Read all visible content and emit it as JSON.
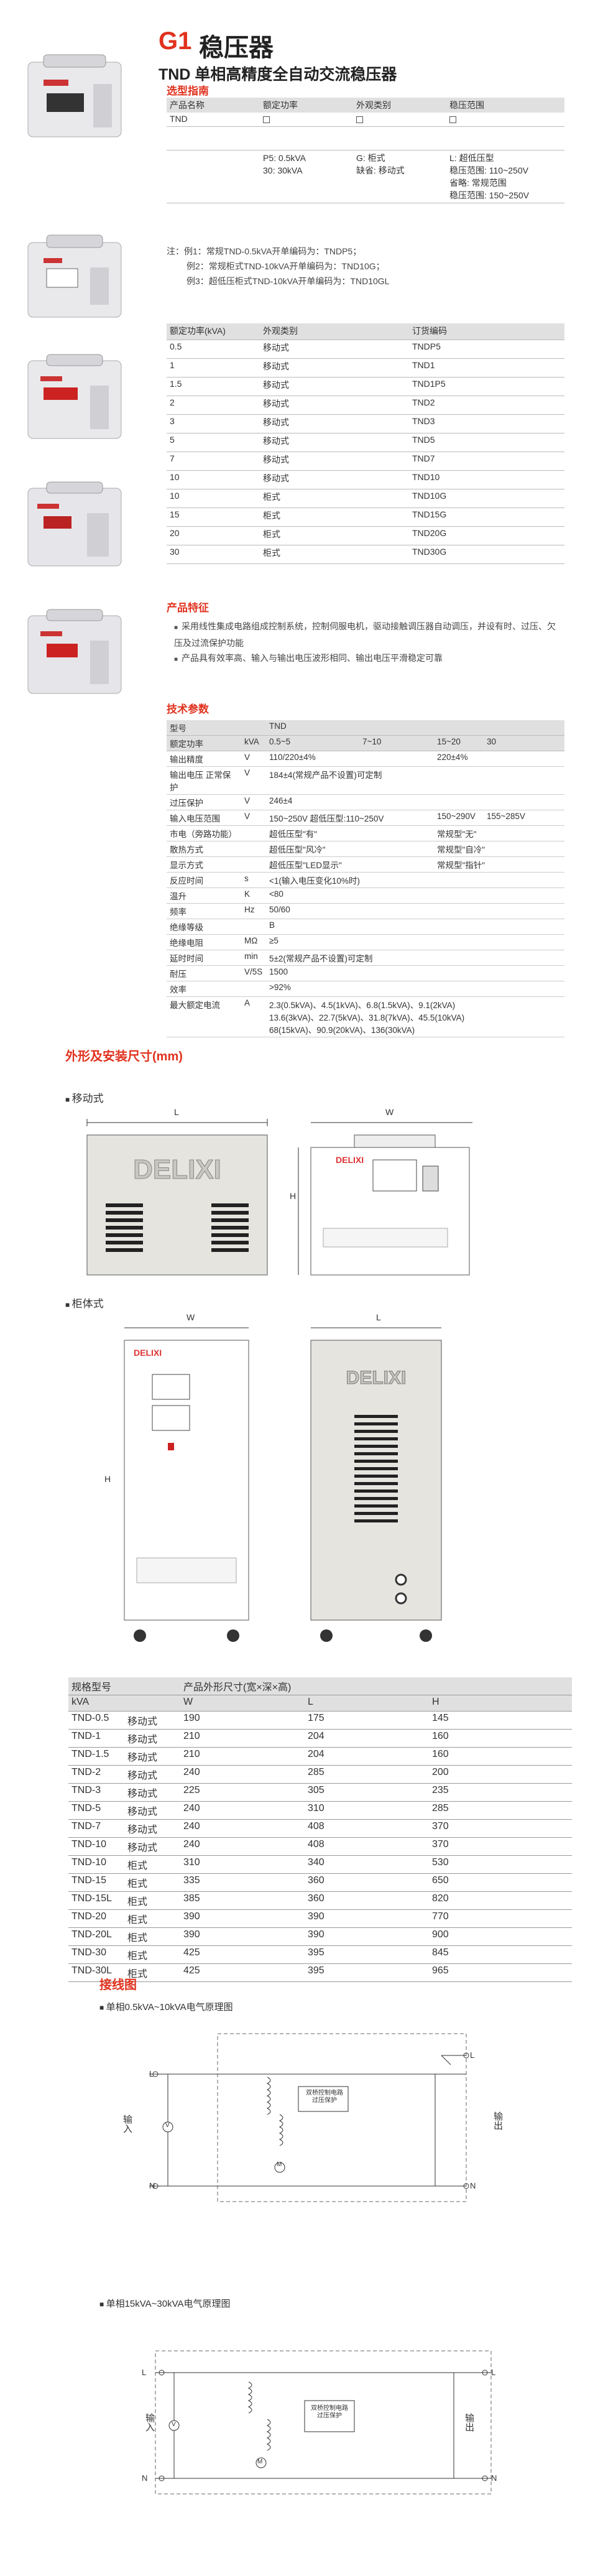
{
  "header": {
    "series": "G1",
    "name": "稳压器",
    "subtitle": "TND 单相高精度全自动交流稳压器",
    "guide": "选型指南"
  },
  "selection": {
    "headers": [
      "产品名称",
      "额定功率",
      "外观类别",
      "稳压范围"
    ],
    "product": "TND",
    "power_lines": [
      "P5: 0.5kVA",
      "30: 30kVA"
    ],
    "look_lines": [
      "G: 柜式",
      "缺省: 移动式"
    ],
    "range_lines": [
      "L: 超低压型",
      "稳压范围: 110~250V",
      "省略: 常规范围",
      "稳压范围: 150~250V"
    ]
  },
  "notes": [
    "注：例1：常规TND-0.5kVA开单编码为：TNDP5；",
    "例2：常规柜式TND-10kVA开单编码为：TND10G；",
    "例3：超低压柜式TND-10kVA开单编码为：TND10GL"
  ],
  "order": {
    "headers": [
      "额定功率(kVA)",
      "外观类别",
      "订货编码"
    ],
    "rows": [
      [
        "0.5",
        "移动式",
        "TNDP5"
      ],
      [
        "1",
        "移动式",
        "TND1"
      ],
      [
        "1.5",
        "移动式",
        "TND1P5"
      ],
      [
        "2",
        "移动式",
        "TND2"
      ],
      [
        "3",
        "移动式",
        "TND3"
      ],
      [
        "5",
        "移动式",
        "TND5"
      ],
      [
        "7",
        "移动式",
        "TND7"
      ],
      [
        "10",
        "移动式",
        "TND10"
      ],
      [
        "10",
        "柜式",
        "TND10G"
      ],
      [
        "15",
        "柜式",
        "TND15G"
      ],
      [
        "20",
        "柜式",
        "TND20G"
      ],
      [
        "30",
        "柜式",
        "TND30G"
      ]
    ]
  },
  "features": {
    "title": "产品特征",
    "items": [
      "采用线性集成电路组成控制系统，控制伺服电机，驱动接触调压器自动调压，并设有时、过压、欠压及过流保护功能",
      "产品具有效率高、输入与输出电压波形相同、输出电压平滑稳定可靠"
    ]
  },
  "params": {
    "title": "技术参数",
    "model_label": "型号",
    "model_value": "TND",
    "power_label": "额定功率",
    "power_unit": "kVA",
    "power_cols": [
      "0.5~5",
      "7~10",
      "15~20",
      "30"
    ],
    "rows": [
      {
        "label": "输出精度",
        "unit": "V",
        "values": [
          "110/220±4%",
          "220±4%"
        ]
      },
      {
        "label": "输出电压 正常保护",
        "unit": "V",
        "values": [
          "184±4(常规产品不设置)可定制"
        ]
      },
      {
        "label": "过压保护",
        "unit": "V",
        "values": [
          "246±4"
        ]
      },
      {
        "label": "输入电压范围",
        "unit": "V",
        "values": [
          "150~250V 超低压型:110~250V",
          "150~290V",
          "155~285V"
        ]
      },
      {
        "label": "市电（旁路功能）",
        "unit": "",
        "values": [
          "超低压型\"有\"",
          "常规型\"无\""
        ]
      },
      {
        "label": "散热方式",
        "unit": "",
        "values": [
          "超低压型\"风冷\"",
          "常规型\"自冷\""
        ]
      },
      {
        "label": "显示方式",
        "unit": "",
        "values": [
          "超低压型\"LED显示\"",
          "常规型\"指针\""
        ]
      },
      {
        "label": "反应时间",
        "unit": "s",
        "values": [
          "<1(输入电压变化10%时)"
        ]
      },
      {
        "label": "温升",
        "unit": "K",
        "values": [
          "<80"
        ]
      },
      {
        "label": "频率",
        "unit": "Hz",
        "values": [
          "50/60"
        ]
      },
      {
        "label": "绝缘等级",
        "unit": "",
        "values": [
          "B"
        ]
      },
      {
        "label": "绝缘电阻",
        "unit": "MΩ",
        "values": [
          "≥5"
        ]
      },
      {
        "label": "延时时间",
        "unit": "min",
        "values": [
          "5±2(常规产品不设置)可定制"
        ]
      },
      {
        "label": "耐压",
        "unit": "V/5S",
        "values": [
          "1500"
        ]
      },
      {
        "label": "效率",
        "unit": "",
        "values": [
          ">92%"
        ]
      },
      {
        "label": "最大额定电流",
        "unit": "A",
        "values": [
          "2.3(0.5kVA)、4.5(1kVA)、6.8(1.5kVA)、9.1(2kVA)",
          "13.6(3kVA)、22.7(5kVA)、31.8(7kVA)、45.5(10kVA)",
          "68(15kVA)、90.9(20kVA)、136(30kVA)"
        ]
      }
    ]
  },
  "outline": {
    "title": "外形及安装尺寸(mm)",
    "mobile": "移动式",
    "cabinet": "柜体式",
    "brand": "DELIXI",
    "dim_labels": {
      "L": "L",
      "W": "W",
      "H": "H"
    }
  },
  "dims": {
    "header1": [
      "规格型号",
      "产品外形尺寸(宽×深×高)"
    ],
    "header2": [
      "kVA",
      "W",
      "L",
      "H"
    ],
    "rows": [
      [
        "TND-0.5",
        "移动式",
        "190",
        "175",
        "145"
      ],
      [
        "TND-1",
        "移动式",
        "210",
        "204",
        "160"
      ],
      [
        "TND-1.5",
        "移动式",
        "210",
        "204",
        "160"
      ],
      [
        "TND-2",
        "移动式",
        "240",
        "285",
        "200"
      ],
      [
        "TND-3",
        "移动式",
        "225",
        "305",
        "235"
      ],
      [
        "TND-5",
        "移动式",
        "240",
        "310",
        "285"
      ],
      [
        "TND-7",
        "移动式",
        "240",
        "408",
        "370"
      ],
      [
        "TND-10",
        "移动式",
        "240",
        "408",
        "370"
      ],
      [
        "TND-10",
        "柜式",
        "310",
        "340",
        "530"
      ],
      [
        "TND-15",
        "柜式",
        "335",
        "360",
        "650"
      ],
      [
        "TND-15L",
        "柜式",
        "385",
        "360",
        "820"
      ],
      [
        "TND-20",
        "柜式",
        "390",
        "390",
        "770"
      ],
      [
        "TND-20L",
        "柜式",
        "390",
        "390",
        "900"
      ],
      [
        "TND-30",
        "柜式",
        "425",
        "395",
        "845"
      ],
      [
        "TND-30L",
        "柜式",
        "425",
        "395",
        "965"
      ]
    ]
  },
  "wiring": {
    "title": "接线图",
    "diag1": "单相0.5kVA~10kVA电气原理图",
    "diag2": "单相15kVA~30kVA电气原理图",
    "L": "L",
    "N": "N",
    "input": "输入",
    "output": "输出",
    "ctrl1": "双桥控制电路",
    "ctrl2": "过压保护",
    "mark_v": "V",
    "mark_m": "M"
  },
  "colors": {
    "accent": "#e0321e",
    "row_gray": "#e0e0e0"
  }
}
